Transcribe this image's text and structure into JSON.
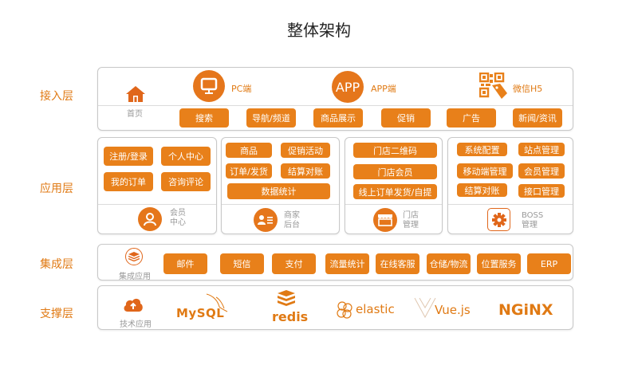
{
  "title": "整体架构",
  "colors": {
    "accent": "#e8801a",
    "border": "#c8c8c8",
    "muted": "#999999"
  },
  "layers": {
    "access": {
      "label": "接入层",
      "home": {
        "icon": "home-icon",
        "label": "首页"
      },
      "channels": [
        {
          "icon": "monitor-icon",
          "label": "PC端"
        },
        {
          "icon": "app-icon",
          "icon_text": "APP",
          "label": "APP端"
        },
        {
          "icon": "qrcode-icon",
          "label": "微信H5"
        }
      ],
      "buttons": [
        "搜索",
        "导航/频道",
        "商品展示",
        "促销",
        "广告",
        "新闻/资讯"
      ]
    },
    "application": {
      "label": "应用层",
      "modules": [
        {
          "name": "会员中心",
          "line1": "会员",
          "line2": "中心",
          "icon": "user-icon",
          "buttons": [
            "注册/登录",
            "个人中心",
            "我的订单",
            "咨询评论"
          ]
        },
        {
          "name": "商家后台",
          "line1": "商家",
          "line2": "后台",
          "icon": "id-card-icon",
          "buttons": [
            "商品",
            "促销活动",
            "订单/发货",
            "结算对账",
            "数据统计"
          ]
        },
        {
          "name": "门店管理",
          "line1": "门店",
          "line2": "管理",
          "icon": "store-icon",
          "buttons": [
            "门店二维码",
            "门店会员",
            "线上订单发货/自提"
          ]
        },
        {
          "name": "BOSS管理",
          "line1": "BOSS",
          "line2": "管理",
          "icon": "gear-icon",
          "buttons": [
            "系统配置",
            "站点管理",
            "移动端管理",
            "会员管理",
            "结算对账",
            "接口管理"
          ]
        }
      ]
    },
    "integration": {
      "label": "集成层",
      "caption": "集成应用",
      "icon": "layers-icon",
      "buttons": [
        "邮件",
        "短信",
        "支付",
        "流量统计",
        "在线客服",
        "仓储/物流",
        "位置服务",
        "ERP"
      ]
    },
    "support": {
      "label": "支撑层",
      "caption": "技术应用",
      "icon": "cloud-upload-icon",
      "logos": [
        "MySQL",
        "redis",
        "elastic",
        "Vue.js",
        "NGiNX"
      ]
    }
  }
}
